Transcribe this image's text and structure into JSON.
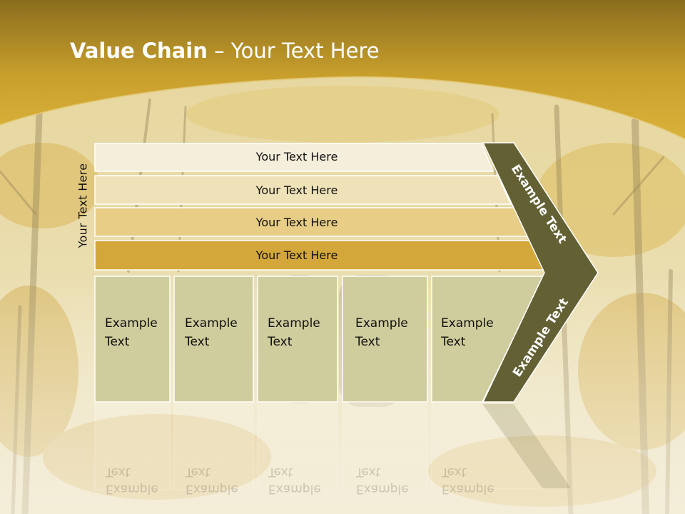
{
  "title": {
    "bold": "Value Chain",
    "rest": " – Your Text Here"
  },
  "side_label": "Your Text Here",
  "bars": [
    {
      "label": "Your Text Here",
      "color": "#f5eedb"
    },
    {
      "label": "Your Text Here",
      "color": "#efe2b8"
    },
    {
      "label": "Your Text Here",
      "color": "#e7cd86"
    },
    {
      "label": "Your Text Here",
      "color": "#d4a73a"
    }
  ],
  "boxes": [
    {
      "line1": "Example",
      "line2": "Text"
    },
    {
      "line1": "Example",
      "line2": "Text"
    },
    {
      "line1": "Example",
      "line2": "Text"
    },
    {
      "line1": "Example",
      "line2": "Text"
    },
    {
      "line1": "Example",
      "line2": "Text"
    }
  ],
  "chevron": {
    "upper_label": "Example Text",
    "lower_label": "Example Text",
    "color": "#636034"
  },
  "colors": {
    "header": "#c9a02c",
    "box_fill": "#cfcd9d"
  }
}
